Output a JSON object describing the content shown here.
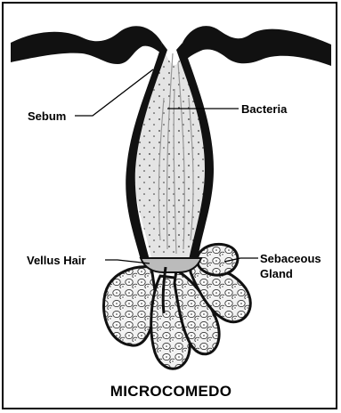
{
  "labels": {
    "sebum": "Sebum",
    "bacteria": "Bacteria",
    "vellus_hair": "Vellus Hair",
    "sebaceous_line1": "Sebaceous",
    "sebaceous_line2": "Gland"
  },
  "title": "MICROCOMEDO",
  "colors": {
    "ink": "#000000",
    "follicle_fill": "#e2e2e2",
    "skin": "#111111",
    "paper": "#ffffff"
  }
}
